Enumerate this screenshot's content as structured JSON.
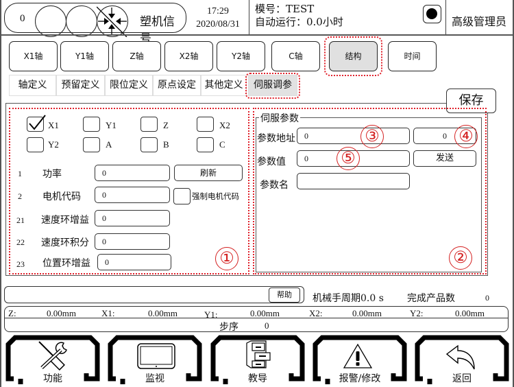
{
  "header": {
    "counter": "0",
    "signal_label": "塑机信号",
    "time": "17:29",
    "date": "2020/08/31",
    "mold_label": "模号：TEST",
    "auto_run_label": "自动运行：0.0小时",
    "user": "高级管理员"
  },
  "axis_tabs": [
    {
      "label": "X1轴"
    },
    {
      "label": "Y1轴"
    },
    {
      "label": "Z轴"
    },
    {
      "label": "X2轴"
    },
    {
      "label": "Y2轴"
    },
    {
      "label": "C轴"
    },
    {
      "label": "结构",
      "active": true
    },
    {
      "label": "时间"
    }
  ],
  "sub_tabs": [
    {
      "label": "轴定义"
    },
    {
      "label": "预留定义"
    },
    {
      "label": "限位定义"
    },
    {
      "label": "原点设定"
    },
    {
      "label": "其他定义"
    },
    {
      "label": "伺服调参",
      "active": true
    }
  ],
  "save_label": "保存",
  "axis_checks": [
    {
      "label": "X1",
      "checked": true
    },
    {
      "label": "Y1",
      "checked": false
    },
    {
      "label": "Z",
      "checked": false
    },
    {
      "label": "X2",
      "checked": false
    },
    {
      "label": "Y2",
      "checked": false
    },
    {
      "label": "A",
      "checked": false
    },
    {
      "label": "B",
      "checked": false
    },
    {
      "label": "C",
      "checked": false
    }
  ],
  "params": [
    {
      "num": "1",
      "label": "功率",
      "value": "0"
    },
    {
      "num": "2",
      "label": "电机代码",
      "value": "0"
    },
    {
      "num": "21",
      "label": "速度环增益",
      "value": "0"
    },
    {
      "num": "22",
      "label": "速度环积分",
      "value": "0"
    },
    {
      "num": "23",
      "label": "位置环增益",
      "value": "0"
    }
  ],
  "refresh_label": "刷新",
  "force_motor_code_label": "强制电机代码",
  "servo": {
    "title": "伺服参数",
    "addr_label": "参数地址",
    "addr_value": "0",
    "addr_value2": "0",
    "val_label": "参数值",
    "val_value": "0",
    "send_label": "发送",
    "name_label": "参数名",
    "name_value": ""
  },
  "annotations": [
    "①",
    "②",
    "③",
    "④",
    "⑤"
  ],
  "annotation_color": "#d42020",
  "status": {
    "help_label": "帮助",
    "cycle_label": "机械手周期0.0 s",
    "done_label": "完成产品数",
    "done_value": "0",
    "positions": [
      {
        "axis": "Z:",
        "value": "0.00mm"
      },
      {
        "axis": "X1:",
        "value": "0.00mm"
      },
      {
        "axis": "Y1:",
        "value": "0.00mm"
      },
      {
        "axis": "X2:",
        "value": "0.00mm"
      },
      {
        "axis": "Y2:",
        "value": "0.00mm"
      }
    ],
    "step_label": "步序",
    "step_value": "0"
  },
  "bottom_nav": [
    {
      "label": "功能",
      "icon": "tools-icon"
    },
    {
      "label": "监视",
      "icon": "monitor-icon"
    },
    {
      "label": "教导",
      "icon": "file-cabinet-icon"
    },
    {
      "label": "报警/修改",
      "icon": "warning-icon"
    },
    {
      "label": "返回",
      "icon": "return-arrow-icon"
    }
  ]
}
